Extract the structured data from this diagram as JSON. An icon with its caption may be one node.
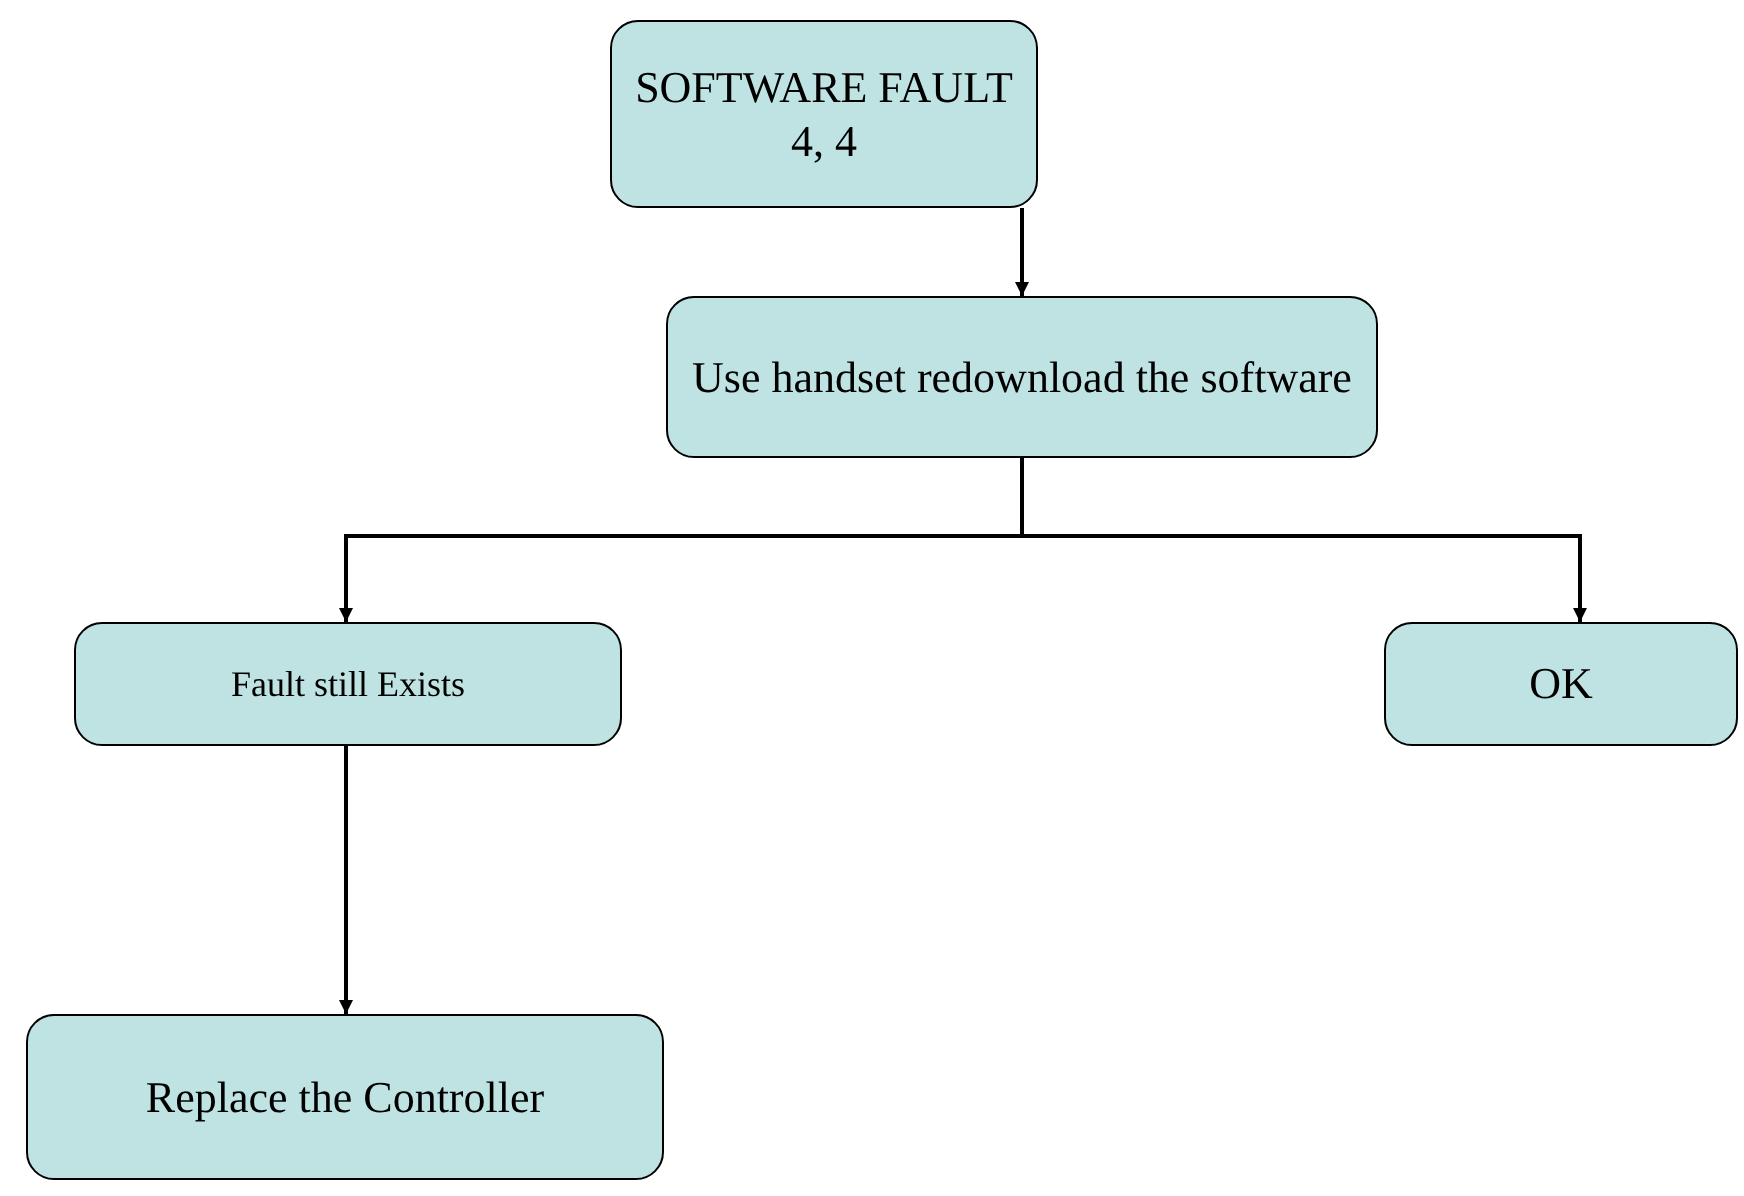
{
  "diagram": {
    "nodes": [
      {
        "text": [
          "SOFTWARE FAULT",
          "4, 4"
        ]
      },
      {
        "text": [
          "Use handset redownload the software"
        ]
      },
      {
        "text": [
          "Fault still Exists"
        ]
      },
      {
        "text": [
          "OK"
        ]
      },
      {
        "text": [
          "Replace the Controller"
        ]
      }
    ],
    "edges": [
      {
        "from": 0,
        "to": 1,
        "arrow": "to"
      },
      {
        "from": 1,
        "to": 2,
        "arrow": "to"
      },
      {
        "from": 1,
        "to": 3,
        "arrow": "to"
      },
      {
        "from": 2,
        "to": 4,
        "arrow": "to"
      }
    ]
  }
}
